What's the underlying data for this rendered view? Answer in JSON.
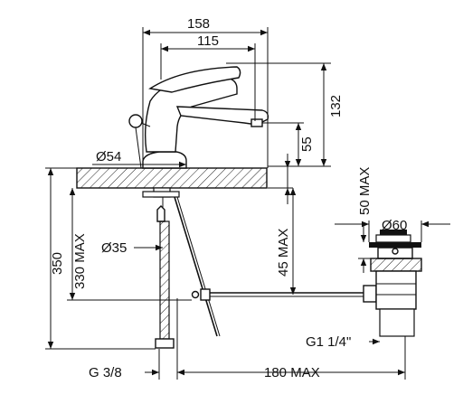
{
  "dimensions": {
    "width_overall": "158",
    "spout_reach": "115",
    "height_total": "132",
    "spout_height": "55",
    "base_diameter": "Ø54",
    "deck_max": "50 MAX",
    "waste_diameter": "Ø60",
    "hole_diameter": "Ø35",
    "hose_350": "350",
    "hose_330": "330 MAX",
    "rod_45": "45 MAX",
    "thread_waste": "G1 1/4\"",
    "thread_hose": "G 3/8",
    "rod_180": "180 MAX"
  }
}
